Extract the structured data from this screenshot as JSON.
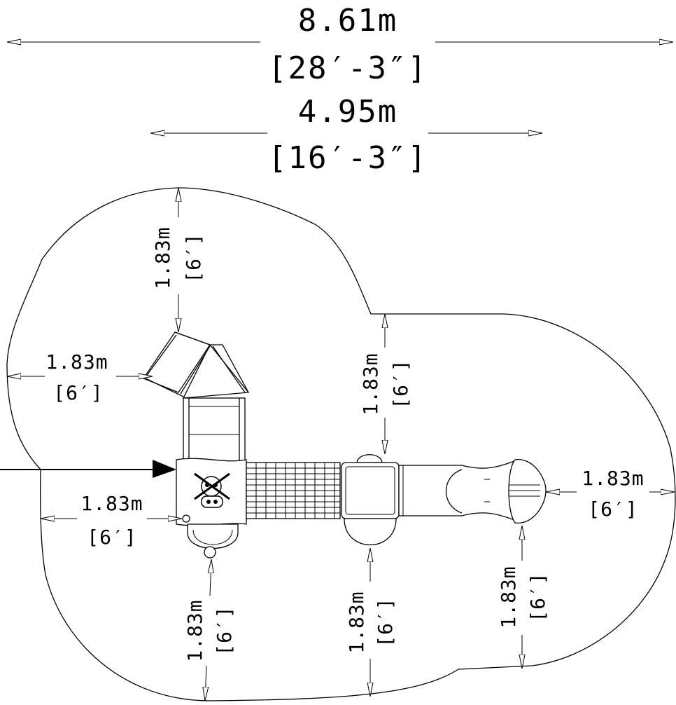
{
  "overall_width": {
    "metric": "8.61m",
    "imperial": "[28′-3″]"
  },
  "equipment_width": {
    "metric": "4.95m",
    "imperial": "[16′-3″]"
  },
  "clearances": [
    {
      "id": "top",
      "metric": "1.83m",
      "imperial": "[6′]"
    },
    {
      "id": "left",
      "metric": "1.83m",
      "imperial": "[6′]"
    },
    {
      "id": "mid-top",
      "metric": "1.83m",
      "imperial": "[6′]"
    },
    {
      "id": "right",
      "metric": "1.83m",
      "imperial": "[6′]"
    },
    {
      "id": "left-lower",
      "metric": "1.83m",
      "imperial": "[6′]"
    },
    {
      "id": "bottom-left",
      "metric": "1.83m",
      "imperial": "[6′]"
    },
    {
      "id": "bottom-mid",
      "metric": "1.83m",
      "imperial": "[6′]"
    },
    {
      "id": "bottom-right",
      "metric": "1.83m",
      "imperial": "[6′]"
    }
  ]
}
